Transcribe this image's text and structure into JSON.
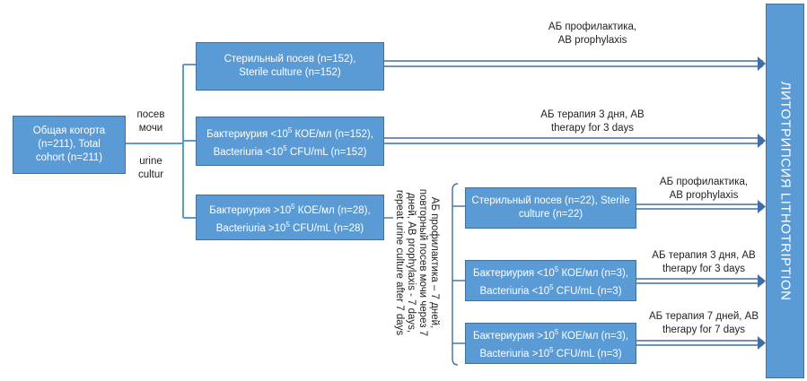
{
  "cohort": {
    "line1": "Общая когорта",
    "line2": "(n=211), Total",
    "line3": "cohort (n=211)"
  },
  "culture_label": {
    "ru": "посев мочи",
    "en": "urine cultur"
  },
  "sterile": {
    "line1": "Стерильный посев (n=152),",
    "line2": "Sterile culture (n=152)"
  },
  "bact_low": {
    "ru": "Бактериурия <10",
    "ru_unit": " КОЕ/мл (n=152),",
    "en": "Bacteriuria <10",
    "en_unit": " CFU/mL (n=152)",
    "exp": "5"
  },
  "bact_high": {
    "ru": "Бактериурия >10",
    "ru_unit": " КОЕ/мл (n=28),",
    "en": "Bacteriuria >10",
    "en_unit": " CFU/mL (n=28)",
    "exp": "5"
  },
  "arrow_labels": {
    "prophylaxis": {
      "line1": "АБ профилактика,",
      "line2": "AB prophylaxis"
    },
    "therapy3": {
      "line1": "АБ терапия 3 дня, AB",
      "line2": "therapy for 3 days"
    }
  },
  "repeat_note": "АБ профилактика – 7 дней, повторный посев мочи через 7 дней, AB prophylaxis - 7 days, repeat urine culture after 7 days",
  "sub_sterile": {
    "line1": "Стерильный посев (n=22), Sterile",
    "line2": "culture (n=22)"
  },
  "sub_low": {
    "ru": "Бактериурия <10",
    "ru_unit": " КОЕ/мл (n=3),",
    "en": "Bacteriuria <10",
    "en_unit": " CFU/mL (n=3)",
    "exp": "5"
  },
  "sub_high": {
    "ru": "Бактериурия >10",
    "ru_unit": " КОЕ/мл (n=3),",
    "en": "Bacteriuria >10",
    "en_unit": " CFU/mL (n=3)",
    "exp": "5"
  },
  "sub_labels": {
    "prophylaxis": {
      "line1": "АБ профилактика,",
      "line2": "AB prophylaxis"
    },
    "therapy3": {
      "line1": "АБ терапия 3 дня, AB",
      "line2": "therapy for 3 days"
    },
    "therapy7": {
      "line1": "АБ терапия 7 дней, AB",
      "line2": "therapy for 7 days"
    }
  },
  "side_title": "ЛИТОТРИПСИЯ LITHOTRIPTION",
  "colors": {
    "box": "#5b9bd5",
    "border": "#41719c",
    "arrow": "#3f6fa6"
  }
}
